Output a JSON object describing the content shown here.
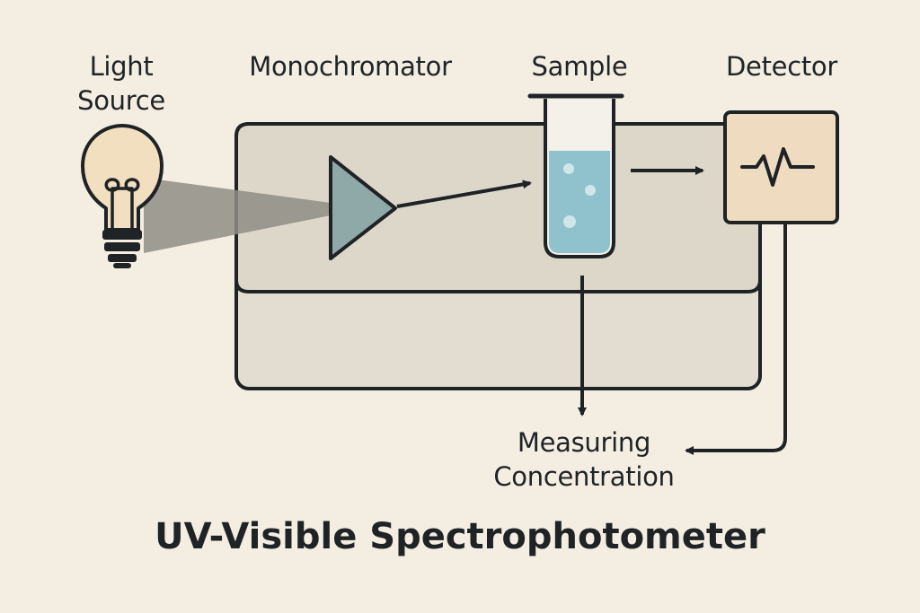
{
  "labels": {
    "light_source_line1": "Light",
    "light_source_line2": "Source",
    "monochromator": "Monochromator",
    "sample": "Sample",
    "detector": "Detector",
    "measuring_line1": "Measuring",
    "measuring_line2": "Concentration"
  },
  "title": "UV-Visible Spectrophotometer",
  "colors": {
    "background": "#f4ede2",
    "instrument_body": "#e3ddd1",
    "stroke": "#1f2326",
    "bulb_glass": "#f2dfbf",
    "beam": "#8f8d86",
    "prism": "#8fa8a8",
    "liquid": "#8fc2cc",
    "detector_box": "#efdcc0"
  },
  "icons": {
    "light_source": "light-bulb-icon",
    "monochromator": "prism-icon",
    "sample": "cuvette-icon",
    "detector": "signal-waveform-icon"
  }
}
